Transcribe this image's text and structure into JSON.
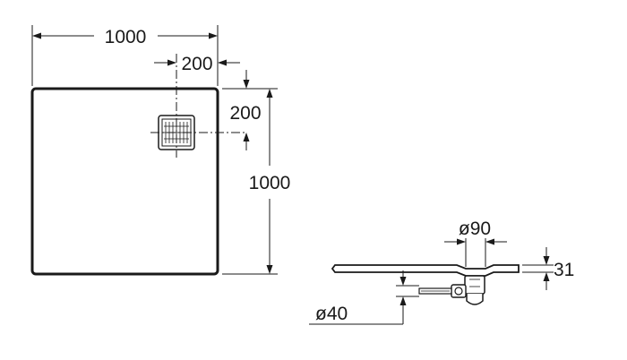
{
  "plan_view": {
    "width_label": "1000",
    "height_label": "1000",
    "drain_offset_x_label": "200",
    "drain_offset_y_label": "200"
  },
  "section_view": {
    "waste_diameter_label": "ø90",
    "thickness_label": "31",
    "outlet_diameter_label": "ø40"
  },
  "colors": {
    "line": "#1a1a1a",
    "background": "#ffffff"
  },
  "icons": {
    "drain": "drain-grate-icon",
    "siphon": "siphon-icon"
  }
}
